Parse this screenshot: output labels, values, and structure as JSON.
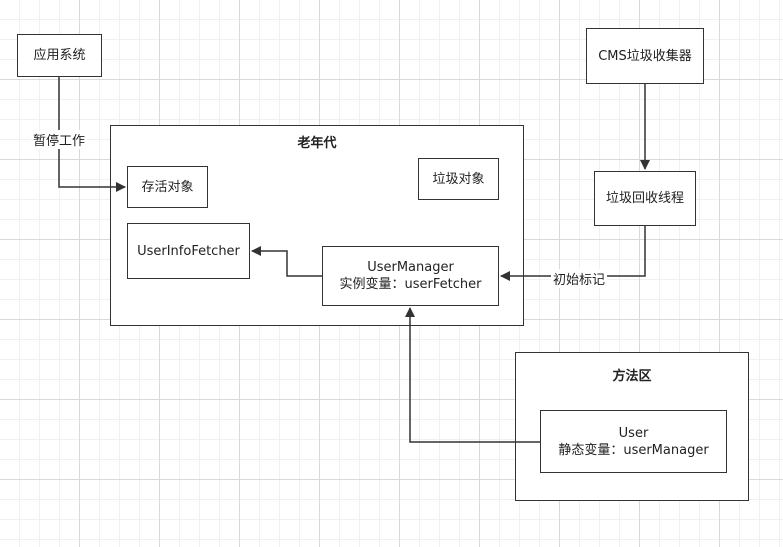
{
  "nodes": {
    "app_system": "应用系统",
    "cms_collector": "CMS垃圾收集器",
    "gc_thread": "垃圾回收线程",
    "old_gen": {
      "title": "老年代"
    },
    "live_object": "存活对象",
    "garbage_object": "垃圾对象",
    "user_info_fetcher": "UserInfoFetcher",
    "user_manager": {
      "line1": "UserManager",
      "line2": "实例变量：userFetcher"
    },
    "method_area": {
      "title": "方法区"
    },
    "user": {
      "line1": "User",
      "line2": "静态变量：userManager"
    }
  },
  "edges": {
    "pause_work": "暂停工作",
    "initial_mark": "初始标记"
  },
  "colors": {
    "stroke": "#333333",
    "grid_major": "#d9d9d9",
    "grid_minor": "#f0f0f0"
  }
}
